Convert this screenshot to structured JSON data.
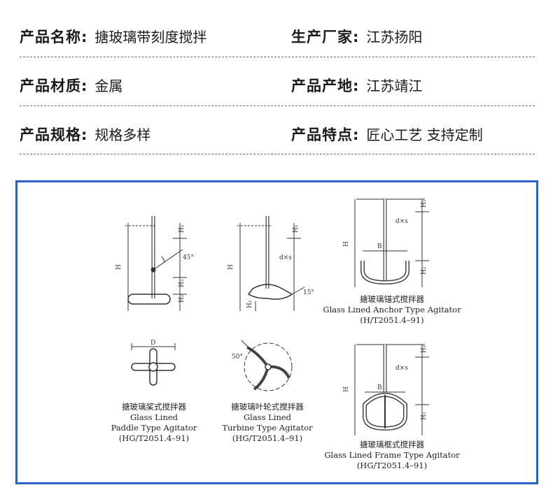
{
  "specs": {
    "rows": [
      [
        {
          "label": "产品名称:",
          "value": "搪玻璃带刻度搅拌"
        },
        {
          "label": "生产厂家:",
          "value": "江苏扬阳"
        }
      ],
      [
        {
          "label": "产品材质:",
          "value": "金属"
        },
        {
          "label": "产品产地:",
          "value": "江苏靖江"
        }
      ],
      [
        {
          "label": "产品规格:",
          "value": "规格多样"
        },
        {
          "label": "产品特点:",
          "value": "匠心工艺 支持定制"
        }
      ]
    ]
  },
  "figure": {
    "border_color": "#2b63c4",
    "dimension_labels": {
      "H": "H",
      "H1": "H₁",
      "H2": "H₂",
      "H3": "H₃",
      "dxs": "d×s",
      "B": "B",
      "D": "D",
      "angle45": "45°",
      "angle15": "15°",
      "angle50": "50°"
    },
    "captions": {
      "anchor": [
        "搪玻璃锚式搅拌器",
        "Glass Lined Anchor Type Agitator",
        "(H/T2051.4–91)"
      ],
      "paddle": [
        "搪玻璃桨式搅拌器",
        "Glass Lined",
        "Paddle Type Agitator",
        "(HG/T2051.4–91)"
      ],
      "turbine": [
        "搪玻璃叶轮式搅拌器",
        "Glass Lined",
        "Turbine Type Agitator",
        "(HG/T2051.4–91)"
      ],
      "frame": [
        "搪玻璃框式搅拌器",
        "Glass Lined Frame Type Agitator",
        "(HG/T2051.4–91)"
      ]
    }
  }
}
